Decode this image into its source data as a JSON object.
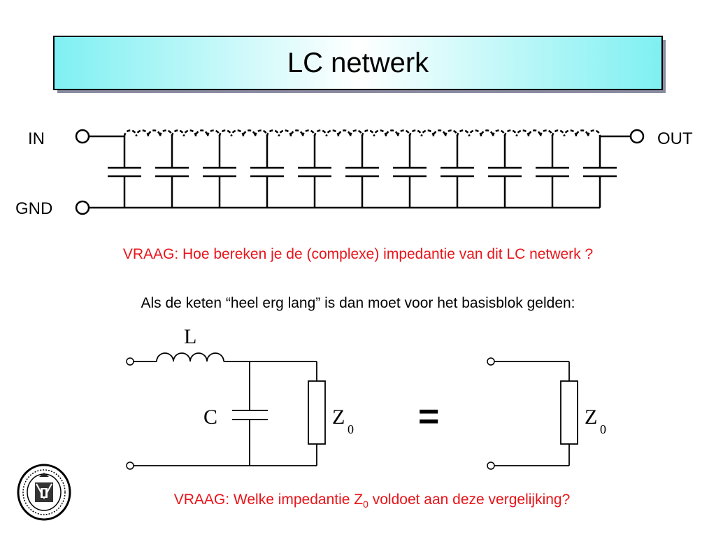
{
  "title": "LC netwerk",
  "ladder": {
    "in_label": "IN",
    "out_label": "OUT",
    "gnd_label": "GND",
    "stages": 11
  },
  "question1": "VRAAG: Hoe bereken je de (complexe) impedantie van dit LC netwerk ?",
  "statement": "Als de keten “heel erg lang” is dan moet voor het basisblok gelden:",
  "block": {
    "inductor_label": "L",
    "capacitor_label": "C",
    "load_label": "Z",
    "load_subscript": "0",
    "equals": "="
  },
  "question2": {
    "prefix": "VRAAG: Welke impedantie Z",
    "subscript": "0",
    "suffix": " voldoet aan deze vergelijking?"
  },
  "colors": {
    "question": "#e8141a",
    "title_gradient_edge": "#7ff0f2"
  },
  "seal": {
    "icon": "university-seal-icon"
  }
}
